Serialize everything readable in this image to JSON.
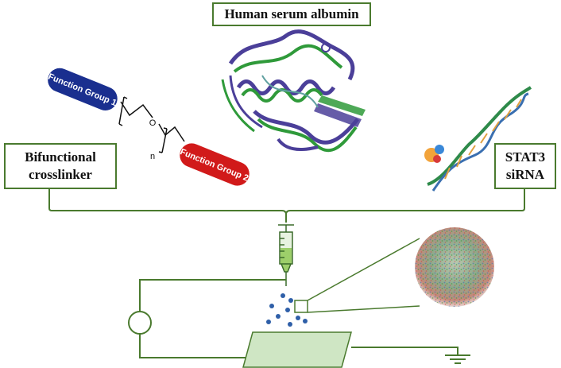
{
  "labels": {
    "hsa": "Human serum albumin",
    "crosslinker_line1": "Bifunctional",
    "crosslinker_line2": "crosslinker",
    "sirna_line1": "STAT3",
    "sirna_line2": "siRNA"
  },
  "linker": {
    "group1": "Function Group 1",
    "group2": "Function Group 2",
    "oxygen": "O",
    "repeat": "n"
  },
  "colors": {
    "frame": "#4a7a2e",
    "group1": "#1a2f8f",
    "group2": "#d11a1a",
    "droplet": "#2f5fa8",
    "collector": "#cfe6c4",
    "protein_purple": "#4b3f99",
    "protein_green": "#2f9a3a",
    "helix_green": "#2e8a4a",
    "helix_blue": "#3a6fb0"
  },
  "icons": [
    "syringe-icon",
    "voltage-source-icon",
    "ground-icon",
    "nanoparticle-icon",
    "protein-structure-icon",
    "double-helix-icon"
  ]
}
